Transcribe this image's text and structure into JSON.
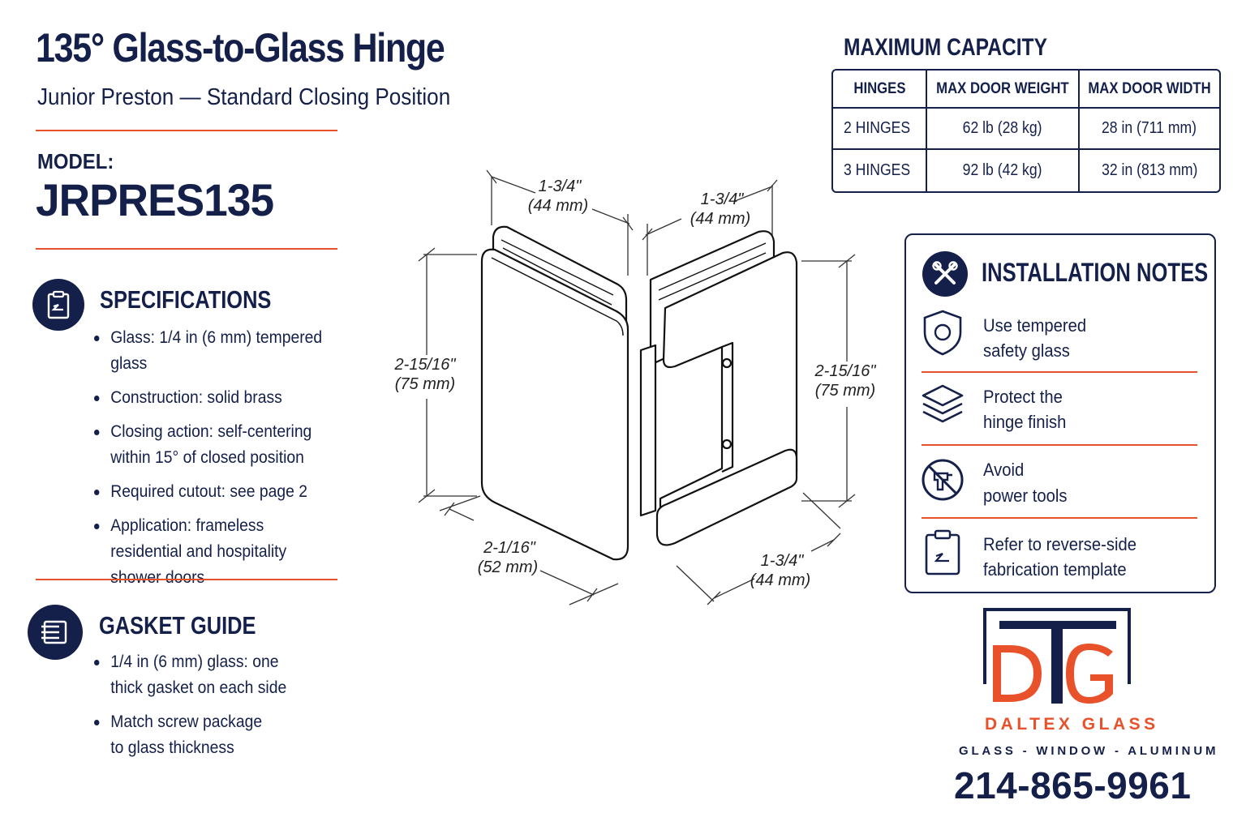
{
  "header": {
    "title": "135° Glass-to-Glass Hinge",
    "subtitle": "Junior Preston — Standard Closing Position"
  },
  "model": {
    "label": "MODEL:",
    "value": "JRPRES135"
  },
  "specifications": {
    "title": "SPECIFICATIONS",
    "icon": "clipboard-icon",
    "items": [
      "Glass: 1/4 in (6 mm) tempered glass",
      "Construction: solid brass",
      "Closing action: self-centering within 15° of closed position",
      "Required cutout: see page 2",
      "Application: frameless residential and hospitality shower doors"
    ]
  },
  "gasket": {
    "title": "GASKET GUIDE",
    "icon": "gasket-icon",
    "items": [
      "1/4 in (6 mm) glass: one thick gasket on each side",
      "Match screw package to glass thickness"
    ]
  },
  "drawing": {
    "dim_top_left_1": "1-3/4\"",
    "dim_top_left_2": "(44 mm)",
    "dim_top_right_1": "1-3/4\"",
    "dim_top_right_2": "(44 mm)",
    "dim_left_1": "2-15/16\"",
    "dim_left_2": "(75 mm)",
    "dim_right_1": "2-15/16\"",
    "dim_right_2": "(75 mm)",
    "dim_bottom_left_1": "2-1/16\"",
    "dim_bottom_left_2": "(52 mm)",
    "dim_bottom_right_1": "1-3/4\"",
    "dim_bottom_right_2": "(44 mm)"
  },
  "capacity": {
    "title": "MAXIMUM CAPACITY",
    "headers": [
      "HINGES",
      "MAX DOOR WEIGHT",
      "MAX DOOR WIDTH"
    ],
    "rows": [
      [
        "2 HINGES",
        "62 lb (28 kg)",
        "28 in (711 mm)"
      ],
      [
        "3 HINGES",
        "92 lb (42 kg)",
        "32 in (813 mm)"
      ]
    ]
  },
  "installation": {
    "title": "INSTALLATION NOTES",
    "icon": "tools-icon",
    "notes": [
      {
        "icon": "shield-icon",
        "line1": "Use tempered",
        "line2": "safety glass"
      },
      {
        "icon": "layers-icon",
        "line1": "Protect the",
        "line2": "hinge finish"
      },
      {
        "icon": "no-drill-icon",
        "line1": "Avoid",
        "line2": "power tools"
      },
      {
        "icon": "clipboard-icon",
        "line1": "Refer to reverse-side",
        "line2": "fabrication template"
      }
    ]
  },
  "company": {
    "logo_letters": "DTG",
    "name": "DALTEX GLASS",
    "tagline": "GLASS - WINDOW - ALUMINUM",
    "phone": "214-865-9961"
  },
  "colors": {
    "navy": "#14204a",
    "accent": "#e8512a"
  }
}
